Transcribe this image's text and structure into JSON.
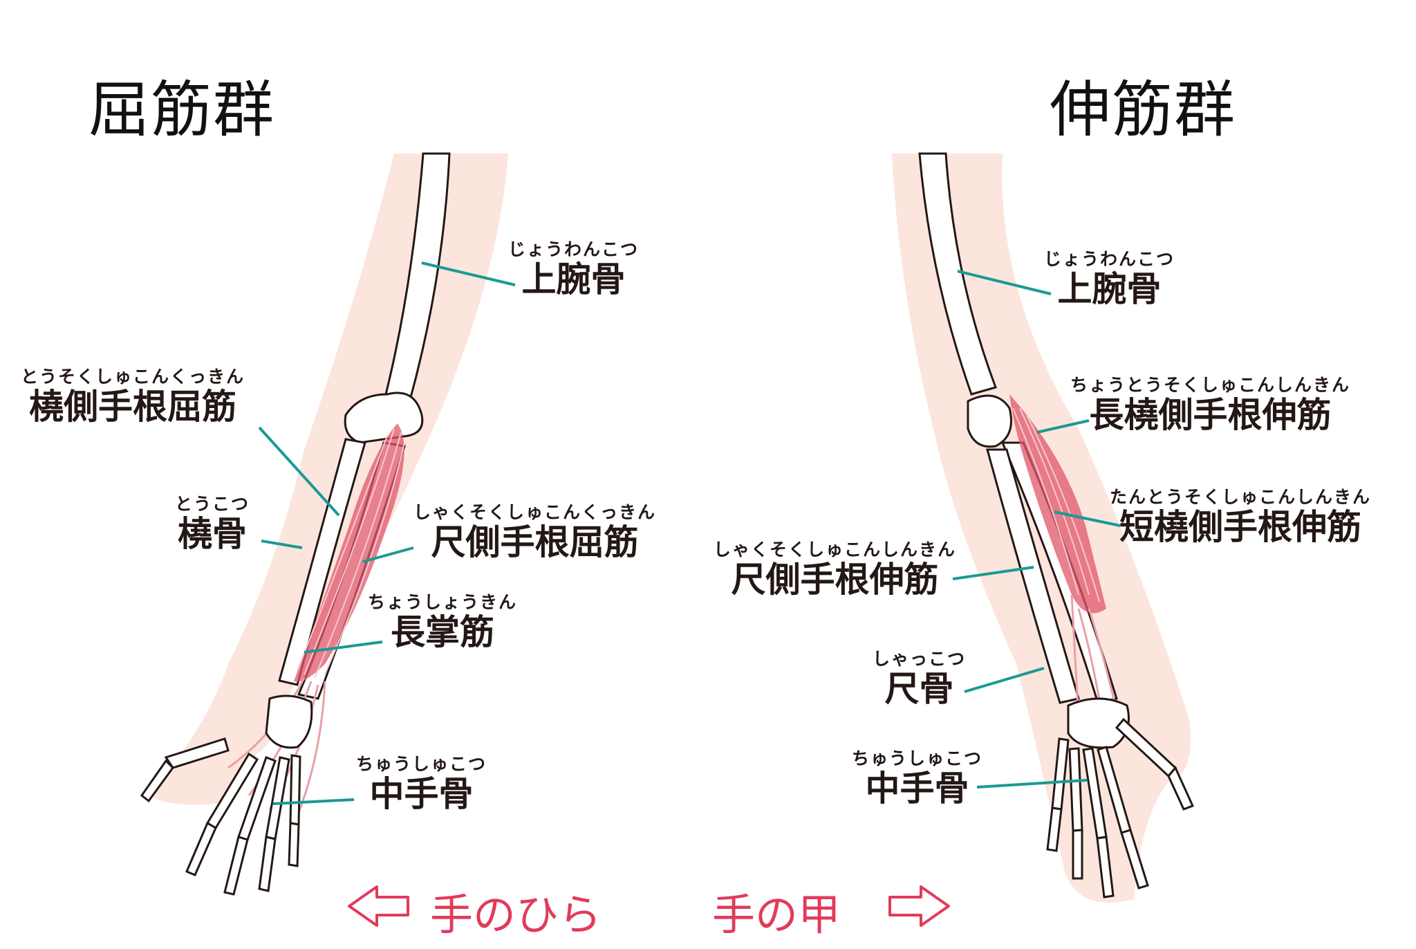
{
  "titles": {
    "flexor": "屈筋群",
    "extensor": "伸筋群"
  },
  "flexor_labels": [
    {
      "ruby": "じょうわんこつ",
      "name": "上腕骨"
    },
    {
      "ruby": "とうそくしゅこんくっきん",
      "name": "橈側手根屈筋"
    },
    {
      "ruby": "とうこつ",
      "name": "橈骨"
    },
    {
      "ruby": "しゃくそくしゅこんくっきん",
      "name": "尺側手根屈筋"
    },
    {
      "ruby": "ちょうしょうきん",
      "name": "長掌筋"
    },
    {
      "ruby": "ちゅうしゅこつ",
      "name": "中手骨"
    }
  ],
  "extensor_labels": [
    {
      "ruby": "じょうわんこつ",
      "name": "上腕骨"
    },
    {
      "ruby": "ちょうとうそくしゅこんしんきん",
      "name": "長橈側手根伸筋"
    },
    {
      "ruby": "たんとうそくしゅこんしんきん",
      "name": "短橈側手根伸筋"
    },
    {
      "ruby": "しゃくそくしゅこんしんきん",
      "name": "尺側手根伸筋"
    },
    {
      "ruby": "しゃっこつ",
      "name": "尺骨"
    },
    {
      "ruby": "ちゅうしゅこつ",
      "name": "中手骨"
    }
  ],
  "direction": {
    "palm": "手のひら",
    "back": "手の甲"
  },
  "colors": {
    "leader": "#1a9a94",
    "muscle": "#e0566a",
    "skin": "#fbe5dc",
    "arrow": "#e23b5a"
  }
}
